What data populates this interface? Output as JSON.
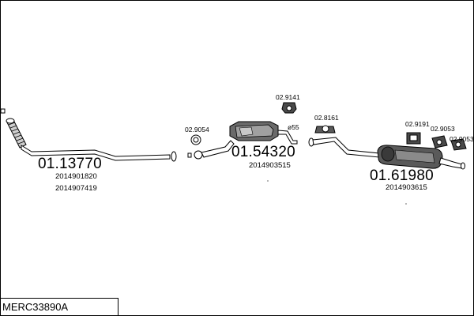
{
  "parts": [
    {
      "key": "front",
      "number": "01.13770",
      "oem": [
        "2014901820",
        "2014907419"
      ]
    },
    {
      "key": "middle",
      "number": "01.54320",
      "oem": [
        "2014903515"
      ]
    },
    {
      "key": "rear",
      "number": "01.61980",
      "oem": [
        "2014903615"
      ]
    }
  ],
  "accessories": [
    "02.9054",
    "02.9141",
    "02.8161",
    "02.9191",
    "02.9053",
    "02.9053"
  ],
  "pipe_mark": "55",
  "vehicle_code": "MERC33890A",
  "colors": {
    "line": "#000000",
    "fill": "#ffffff",
    "shade": "#4a4a4a"
  }
}
